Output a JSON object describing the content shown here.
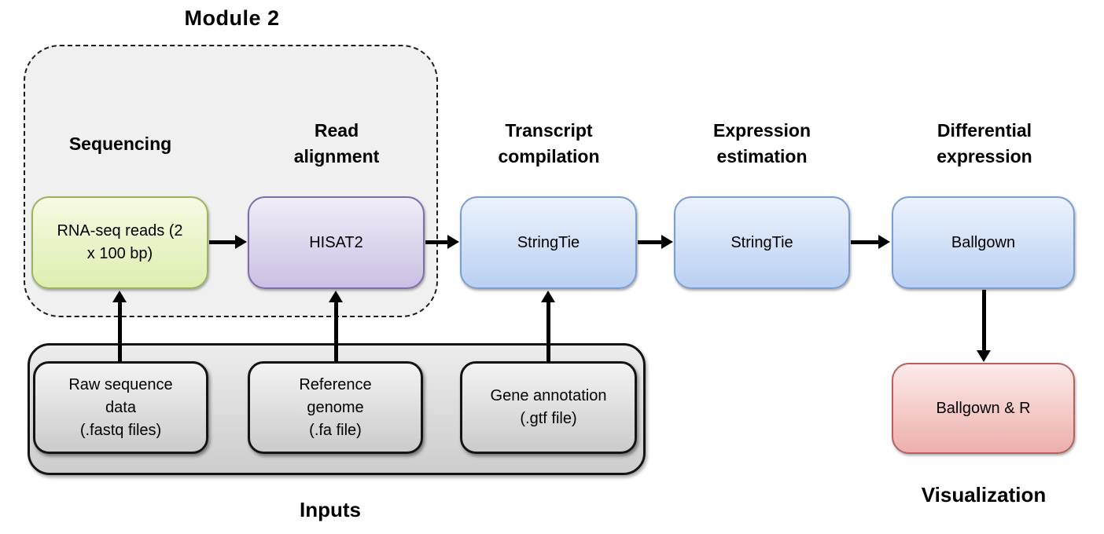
{
  "diagram": {
    "module_title": "Module 2",
    "stages": [
      {
        "header": "Sequencing",
        "box_label": "RNA-seq reads (2\nx 100 bp)",
        "box_fill_top": "#f6fae3",
        "box_fill_bottom": "#ddeeb0",
        "box_border": "#9db45e"
      },
      {
        "header": "Read\nalignment",
        "box_label": "HISAT2",
        "box_fill_top": "#f0edf8",
        "box_fill_bottom": "#cbc0e3",
        "box_border": "#7f6daa"
      },
      {
        "header": "Transcript\ncompilation",
        "box_label": "StringTie",
        "box_fill_top": "#ecf2fc",
        "box_fill_bottom": "#bad0f2",
        "box_border": "#7b9ed2"
      },
      {
        "header": "Expression\nestimation",
        "box_label": "StringTie",
        "box_fill_top": "#ecf2fc",
        "box_fill_bottom": "#bad0f2",
        "box_border": "#7b9ed2"
      },
      {
        "header": "Differential\nexpression",
        "box_label": "Ballgown",
        "box_fill_top": "#ecf2fc",
        "box_fill_bottom": "#bad0f2",
        "box_border": "#7b9ed2"
      }
    ],
    "visualization": {
      "box_label": "Ballgown & R",
      "caption": "Visualization",
      "box_fill_top": "#fcebe9",
      "box_fill_bottom": "#edafac",
      "box_border": "#b5615d"
    },
    "inputs": {
      "caption": "Inputs",
      "region_fill": "#dcdcdc",
      "items": [
        {
          "label": "Raw sequence\ndata\n(.fastq files)"
        },
        {
          "label": "Reference\ngenome\n(.fa file)"
        },
        {
          "label": "Gene annotation\n(.gtf file)"
        }
      ]
    },
    "module_region_fill": "#f0f0f0",
    "arrow_color": "#000000"
  }
}
